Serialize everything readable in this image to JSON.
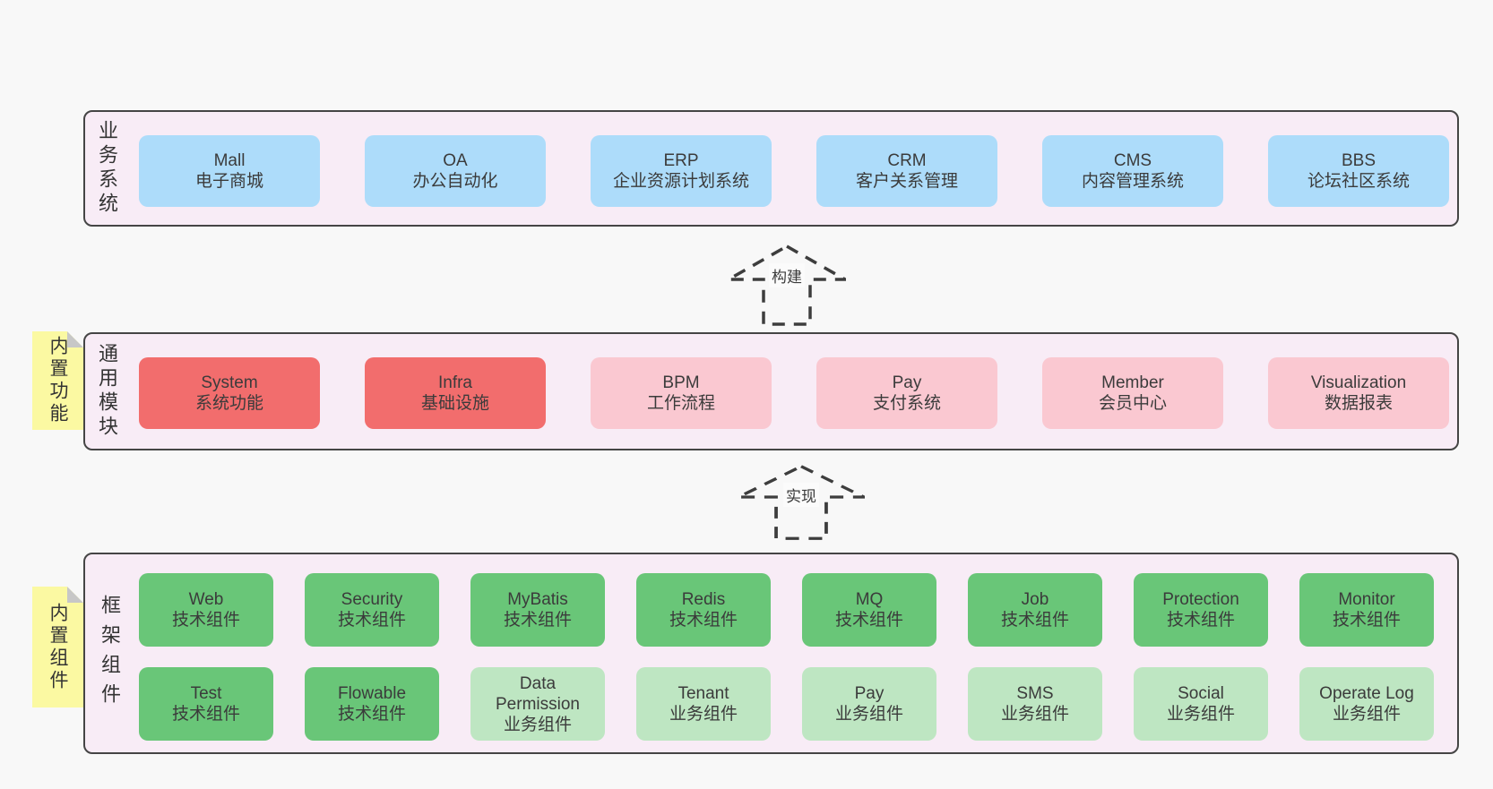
{
  "colors": {
    "page_bg": "#f8f8f8",
    "panel_bg": "#f8ecf6",
    "panel_border": "#454545",
    "blue": "#addcfa",
    "red": "#f26d6d",
    "pink": "#fac8d1",
    "green": "#69c678",
    "light_green": "#bee6c2",
    "note_yellow": "#fbf9a2",
    "note_fold_gray": "#c7c7c7",
    "arrow_stroke": "#3d3d3d",
    "text": "#3b3b3b"
  },
  "notes": [
    {
      "label": "内置功能"
    },
    {
      "label": "内置组件"
    }
  ],
  "arrows": [
    {
      "label": "构建"
    },
    {
      "label": "实现"
    }
  ],
  "layers": [
    {
      "label": "业务系统",
      "boxes": [
        {
          "name": "Mall",
          "desc": "电子商城"
        },
        {
          "name": "OA",
          "desc": "办公自动化"
        },
        {
          "name": "ERP",
          "desc": "企业资源计划系统"
        },
        {
          "name": "CRM",
          "desc": "客户关系管理"
        },
        {
          "name": "CMS",
          "desc": "内容管理系统"
        },
        {
          "name": "BBS",
          "desc": "论坛社区系统"
        }
      ]
    },
    {
      "label": "通用模块",
      "boxes": [
        {
          "name": "System",
          "desc": "系统功能"
        },
        {
          "name": "Infra",
          "desc": "基础设施"
        },
        {
          "name": "BPM",
          "desc": "工作流程"
        },
        {
          "name": "Pay",
          "desc": "支付系统"
        },
        {
          "name": "Member",
          "desc": "会员中心"
        },
        {
          "name": "Visualization",
          "desc": "数据报表"
        }
      ]
    },
    {
      "label": "框架组件",
      "rows": [
        [
          {
            "name": "Web",
            "desc": "技术组件"
          },
          {
            "name": "Security",
            "desc": "技术组件"
          },
          {
            "name": "MyBatis",
            "desc": "技术组件"
          },
          {
            "name": "Redis",
            "desc": "技术组件"
          },
          {
            "name": "MQ",
            "desc": "技术组件"
          },
          {
            "name": "Job",
            "desc": "技术组件"
          },
          {
            "name": "Protection",
            "desc": "技术组件"
          },
          {
            "name": "Monitor",
            "desc": "技术组件"
          }
        ],
        [
          {
            "name": "Test",
            "desc": "技术组件"
          },
          {
            "name": "Flowable",
            "desc": "技术组件"
          },
          {
            "name": "Data Permission",
            "desc": "业务组件"
          },
          {
            "name": "Tenant",
            "desc": "业务组件"
          },
          {
            "name": "Pay",
            "desc": "业务组件"
          },
          {
            "name": "SMS",
            "desc": "业务组件"
          },
          {
            "name": "Social",
            "desc": "业务组件"
          },
          {
            "name": "Operate Log",
            "desc": "业务组件"
          }
        ]
      ]
    }
  ]
}
